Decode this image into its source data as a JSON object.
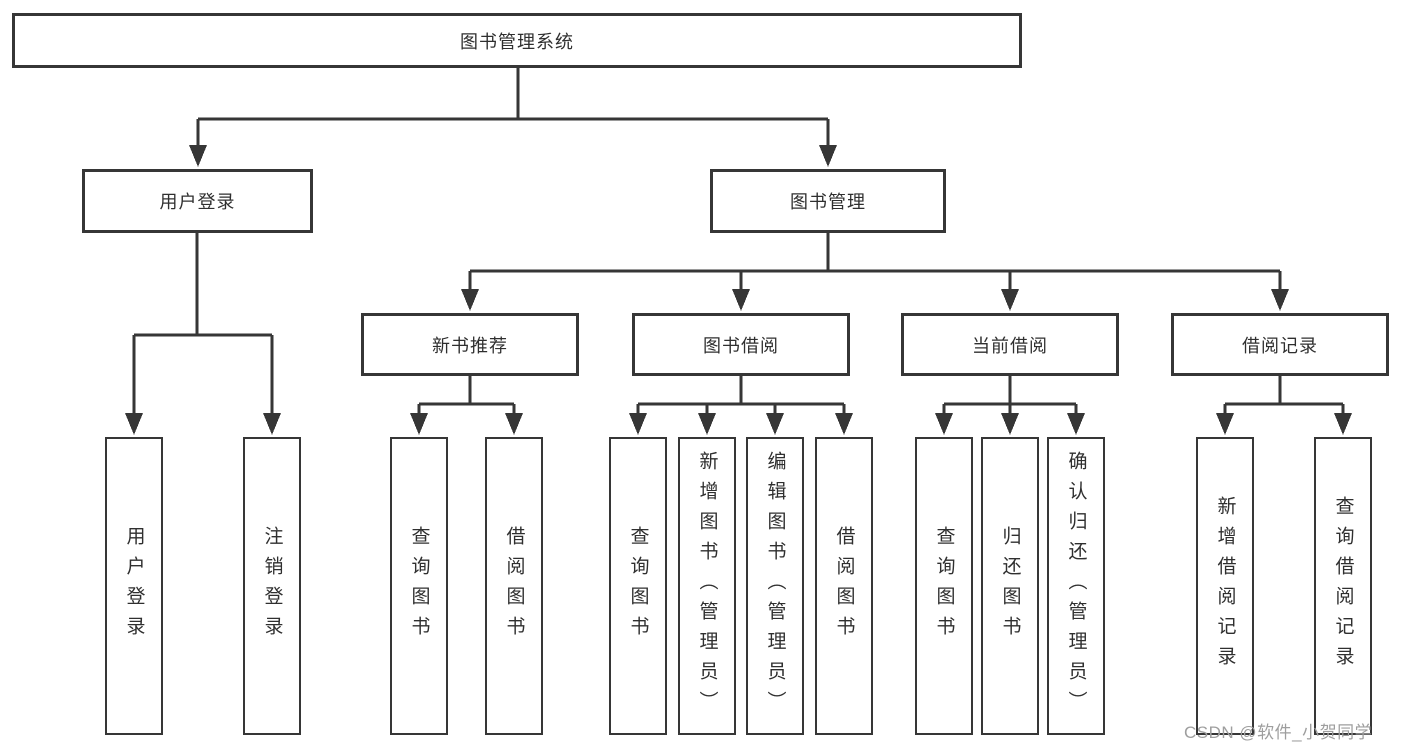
{
  "diagram": {
    "title": "图书管理系统",
    "tree": {
      "label": "图书管理系统",
      "children": [
        {
          "label": "用户登录",
          "children": [
            {
              "label": "用户登录"
            },
            {
              "label": "注销登录"
            }
          ]
        },
        {
          "label": "图书管理",
          "children": [
            {
              "label": "新书推荐",
              "children": [
                {
                  "label": "查询图书"
                },
                {
                  "label": "借阅图书"
                }
              ]
            },
            {
              "label": "图书借阅",
              "children": [
                {
                  "label": "查询图书"
                },
                {
                  "label": "新增图书（管理员）"
                },
                {
                  "label": "编辑图书（管理员）"
                },
                {
                  "label": "借阅图书"
                }
              ]
            },
            {
              "label": "当前借阅",
              "children": [
                {
                  "label": "查询图书"
                },
                {
                  "label": "归还图书"
                },
                {
                  "label": "确认归还（管理员）"
                }
              ]
            },
            {
              "label": "借阅记录",
              "children": [
                {
                  "label": "新增借阅记录"
                },
                {
                  "label": "查询借阅记录"
                }
              ]
            }
          ]
        }
      ]
    },
    "watermark": "CSDN @软件_小贺同学",
    "colors": {
      "line": "#363636",
      "text": "#2f2f2f",
      "box_fill": "#ffffff",
      "watermark": "#9e9e9e"
    }
  }
}
